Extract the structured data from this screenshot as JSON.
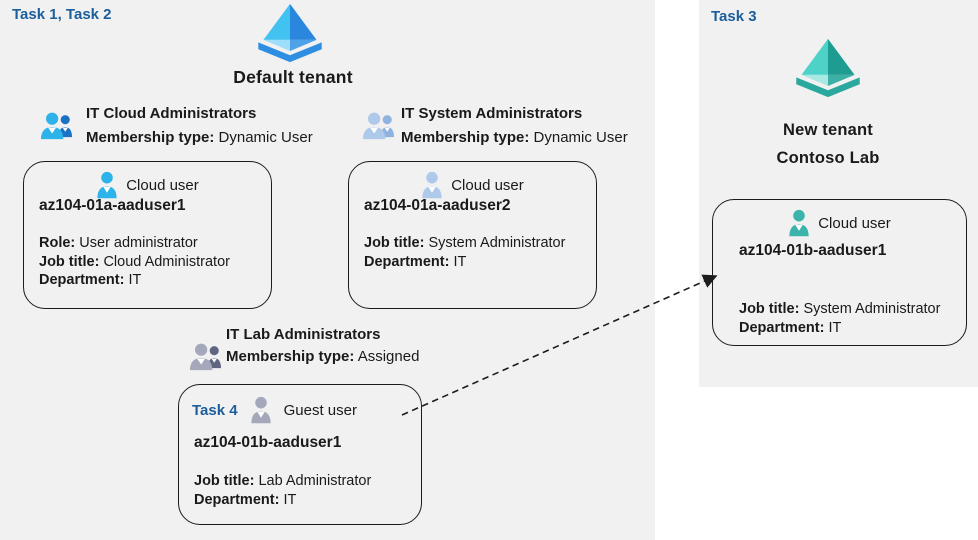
{
  "colors": {
    "task_label_blue": "#1b5e9b",
    "region_background": "#f1f1f1",
    "card_border": "#1c1c1c",
    "arrow_black": "#1c1c1c",
    "person_cyan": "#2db3e9",
    "person_lightblue": "#aec9e9",
    "person_gray": "#a4a8ba",
    "person_teal": "#3cb3ab"
  },
  "left_panel": {
    "task_label": "Task 1, Task 2",
    "tenant_icon": "azure-tenant-pyramid-blue-icon",
    "tenant_title": "Default tenant",
    "groups": [
      {
        "icon": "group-users-blue-icon",
        "title": "IT Cloud Administrators",
        "membership_label": "Membership type:",
        "membership_value": "Dynamic User"
      },
      {
        "icon": "group-users-lightblue-icon",
        "title": "IT System Administrators",
        "membership_label": "Membership type:",
        "membership_value": "Dynamic User"
      },
      {
        "icon": "group-users-gray-icon",
        "title": "IT Lab Administrators",
        "membership_label": "Membership type:",
        "membership_value": "Assigned"
      }
    ],
    "cards": [
      {
        "icon": "cloud-user-cyan-icon",
        "user_type": "Cloud user",
        "username": "az104-01a-aaduser1",
        "attributes": [
          {
            "label": "Role:",
            "value": "User administrator"
          },
          {
            "label": "Job title:",
            "value": "Cloud Administrator"
          },
          {
            "label": "Department:",
            "value": "IT"
          }
        ]
      },
      {
        "icon": "cloud-user-lightblue-icon",
        "user_type": "Cloud user",
        "username": "az104-01a-aaduser2",
        "attributes": [
          {
            "label": "Job title:",
            "value": "System Administrator"
          },
          {
            "label": "Department:",
            "value": "IT"
          }
        ]
      },
      {
        "task_label": "Task 4",
        "icon": "guest-user-gray-icon",
        "user_type": "Guest user",
        "username": "az104-01b-aaduser1",
        "attributes": [
          {
            "label": "Job title:",
            "value": "Lab Administrator"
          },
          {
            "label": "Department:",
            "value": "IT"
          }
        ]
      }
    ]
  },
  "right_panel": {
    "task_label": "Task 3",
    "tenant_icon": "azure-tenant-pyramid-teal-icon",
    "tenant_title_line1": "New tenant",
    "tenant_title_line2": "Contoso Lab",
    "card": {
      "icon": "cloud-user-teal-icon",
      "user_type": "Cloud user",
      "username": "az104-01b-aaduser1",
      "attributes": [
        {
          "label": "Job title:",
          "value": "System Administrator"
        },
        {
          "label": "Department:",
          "value": "IT"
        }
      ]
    }
  },
  "arrow": {
    "type": "dashed",
    "from": "guest-user-card",
    "to": "new-tenant-cloud-user-card"
  }
}
